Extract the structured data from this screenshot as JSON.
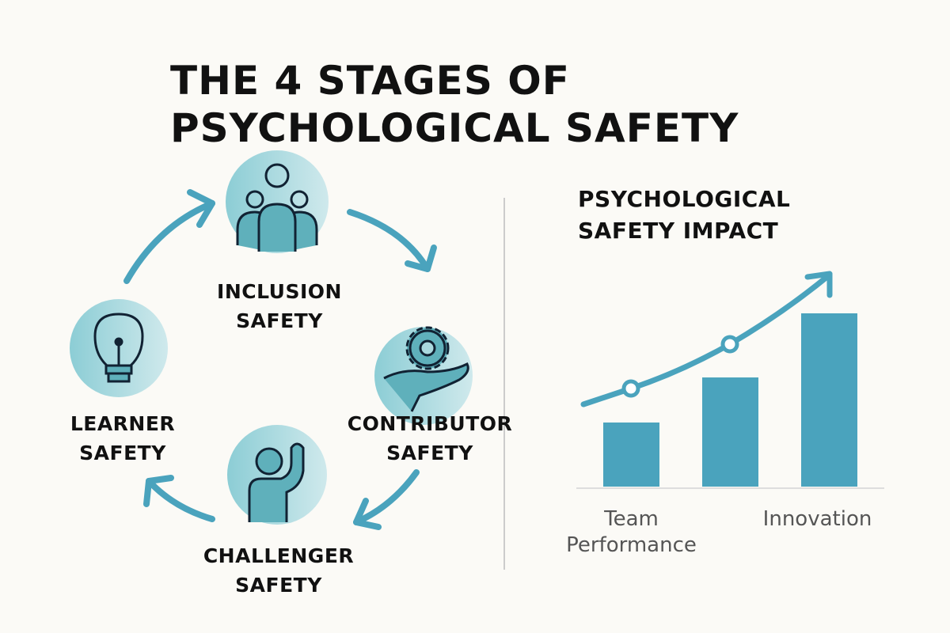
{
  "title": {
    "line1": "THE 4 STAGES OF",
    "line2": "PSYCHOLOGICAL SAFETY"
  },
  "stages": [
    {
      "line1": "INCLUSION",
      "line2": "SAFETY",
      "icon": "group-icon"
    },
    {
      "line1": "CONTRIBUTOR",
      "line2": "SAFETY",
      "icon": "gear-in-hand-icon"
    },
    {
      "line1": "CHALLENGER",
      "line2": "SAFETY",
      "icon": "raised-hand-person-icon"
    },
    {
      "line1": "LEARNER",
      "line2": "SAFETY",
      "icon": "lightbulb-icon"
    }
  ],
  "colors": {
    "accent": "#4aa3bd",
    "circle": "#a9d8de",
    "icon": "#5fb0bb",
    "text": "#111111"
  },
  "chart_data": {
    "type": "bar",
    "title": "PSYCHOLOGICAL SAFETY IMPACT",
    "categories": [
      "Team Performance",
      "",
      "Innovation"
    ],
    "category_lines": {
      "team1": "Team",
      "team2": "Performance",
      "innovation": "Innovation"
    },
    "values": [
      37,
      63,
      100
    ],
    "trend_points": [
      1,
      2
    ],
    "ylim": [
      0,
      100
    ],
    "grid": false
  }
}
